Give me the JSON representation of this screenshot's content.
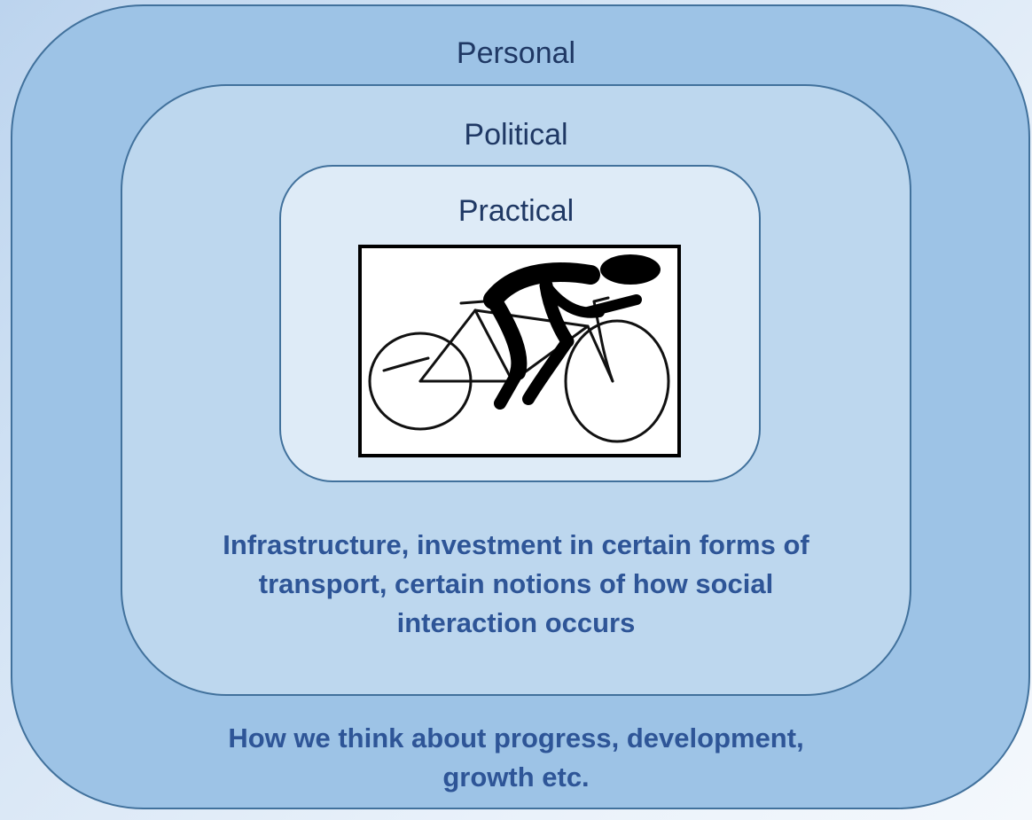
{
  "layers": {
    "personal": {
      "label": "Personal",
      "description_line1": "How we think about progress, development,",
      "description_line2": "growth etc."
    },
    "political": {
      "label": "Political",
      "description_line1": "Infrastructure, investment in certain forms of",
      "description_line2": "transport, certain notions of how social",
      "description_line3": "interaction occurs"
    },
    "practical": {
      "label": "Practical",
      "image_icon": "cyclist-icon"
    }
  },
  "colors": {
    "outer_fill": "#9dc3e6",
    "middle_fill": "#bdd7ee",
    "inner_fill": "#deebf7",
    "border": "#41719c",
    "label_text": "#1f3864",
    "description_text": "#2e5597"
  }
}
